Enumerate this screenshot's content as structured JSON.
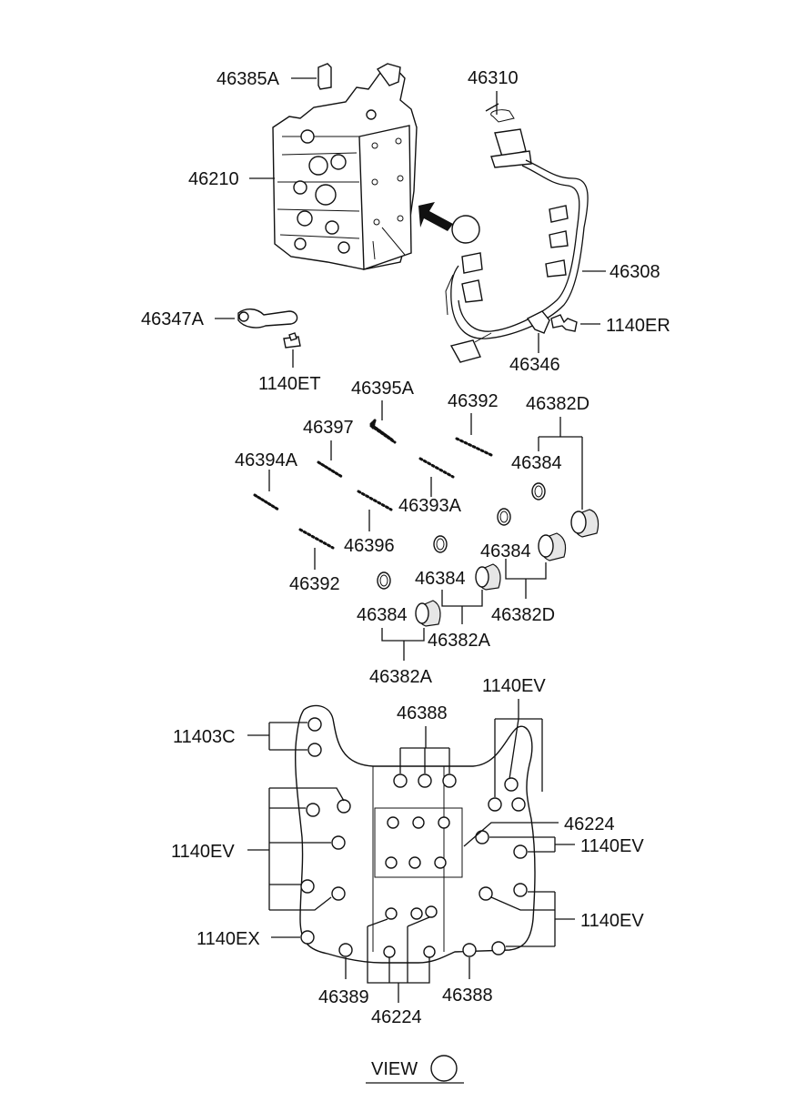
{
  "labels": {
    "p46385A": "46385A",
    "p46210": "46210",
    "p46310": "46310",
    "p46308": "46308",
    "p46347A": "46347A",
    "p1140ER": "1140ER",
    "p1140ET": "1140ET",
    "p46346": "46346",
    "p46395A": "46395A",
    "p46392_top": "46392",
    "p46382D_top": "46382D",
    "p46397": "46397",
    "p46384_a": "46384",
    "p46394A": "46394A",
    "p46393A": "46393A",
    "p46396": "46396",
    "p46384_b": "46384",
    "p46392_bottom": "46392",
    "p46384_c": "46384",
    "p46382D_bottom": "46382D",
    "p46384_d": "46384",
    "p46382A_right": "46382A",
    "p46382A_bottom": "46382A",
    "p1140EV_top": "1140EV",
    "p46388_top": "46388",
    "p11403C": "11403C",
    "p46224_right": "46224",
    "p1140EV_left": "1140EV",
    "p1140EV_right1": "1140EV",
    "p1140EV_right2": "1140EV",
    "p1140EX": "1140EX",
    "p46389": "46389",
    "p46388_bottom": "46388",
    "p46224_bottom": "46224"
  },
  "view_caption": "VIEW"
}
